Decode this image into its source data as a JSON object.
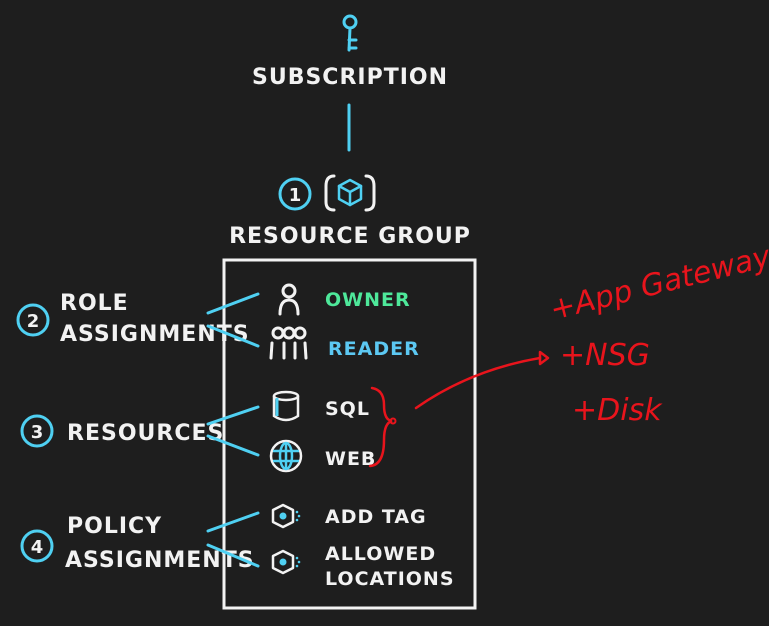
{
  "top": {
    "title": "SUBSCRIPTION"
  },
  "group": {
    "number": "1",
    "title": "RESOURCE GROUP"
  },
  "sections": {
    "roles": {
      "number": "2",
      "line1": "ROLE",
      "line2": "ASSIGNMENTS"
    },
    "resources": {
      "number": "3",
      "label": "RESOURCES"
    },
    "policies": {
      "number": "4",
      "line1": "POLICY",
      "line2": "ASSIGNMENTS"
    }
  },
  "items": {
    "owner": "OWNER",
    "reader": "READER",
    "sql": "SQL",
    "web": "WEB",
    "add_tag": "ADD TAG",
    "allowed_1": "ALLOWED",
    "allowed_2": "LOCATIONS"
  },
  "annotation": {
    "line1": "+App Gateway",
    "line2": "+NSG",
    "line3": "+Disk"
  },
  "colors": {
    "background": "#1e1e1e",
    "cyan": "#4fd0f2",
    "green": "#4ee89a",
    "blue_label": "#5cc8f2",
    "red": "#e8141c",
    "white": "#f2f2f2"
  },
  "icons": [
    "key-icon",
    "resource-group-cube-icon",
    "user-icon",
    "users-group-icon",
    "database-icon",
    "globe-icon",
    "policy-icon"
  ]
}
